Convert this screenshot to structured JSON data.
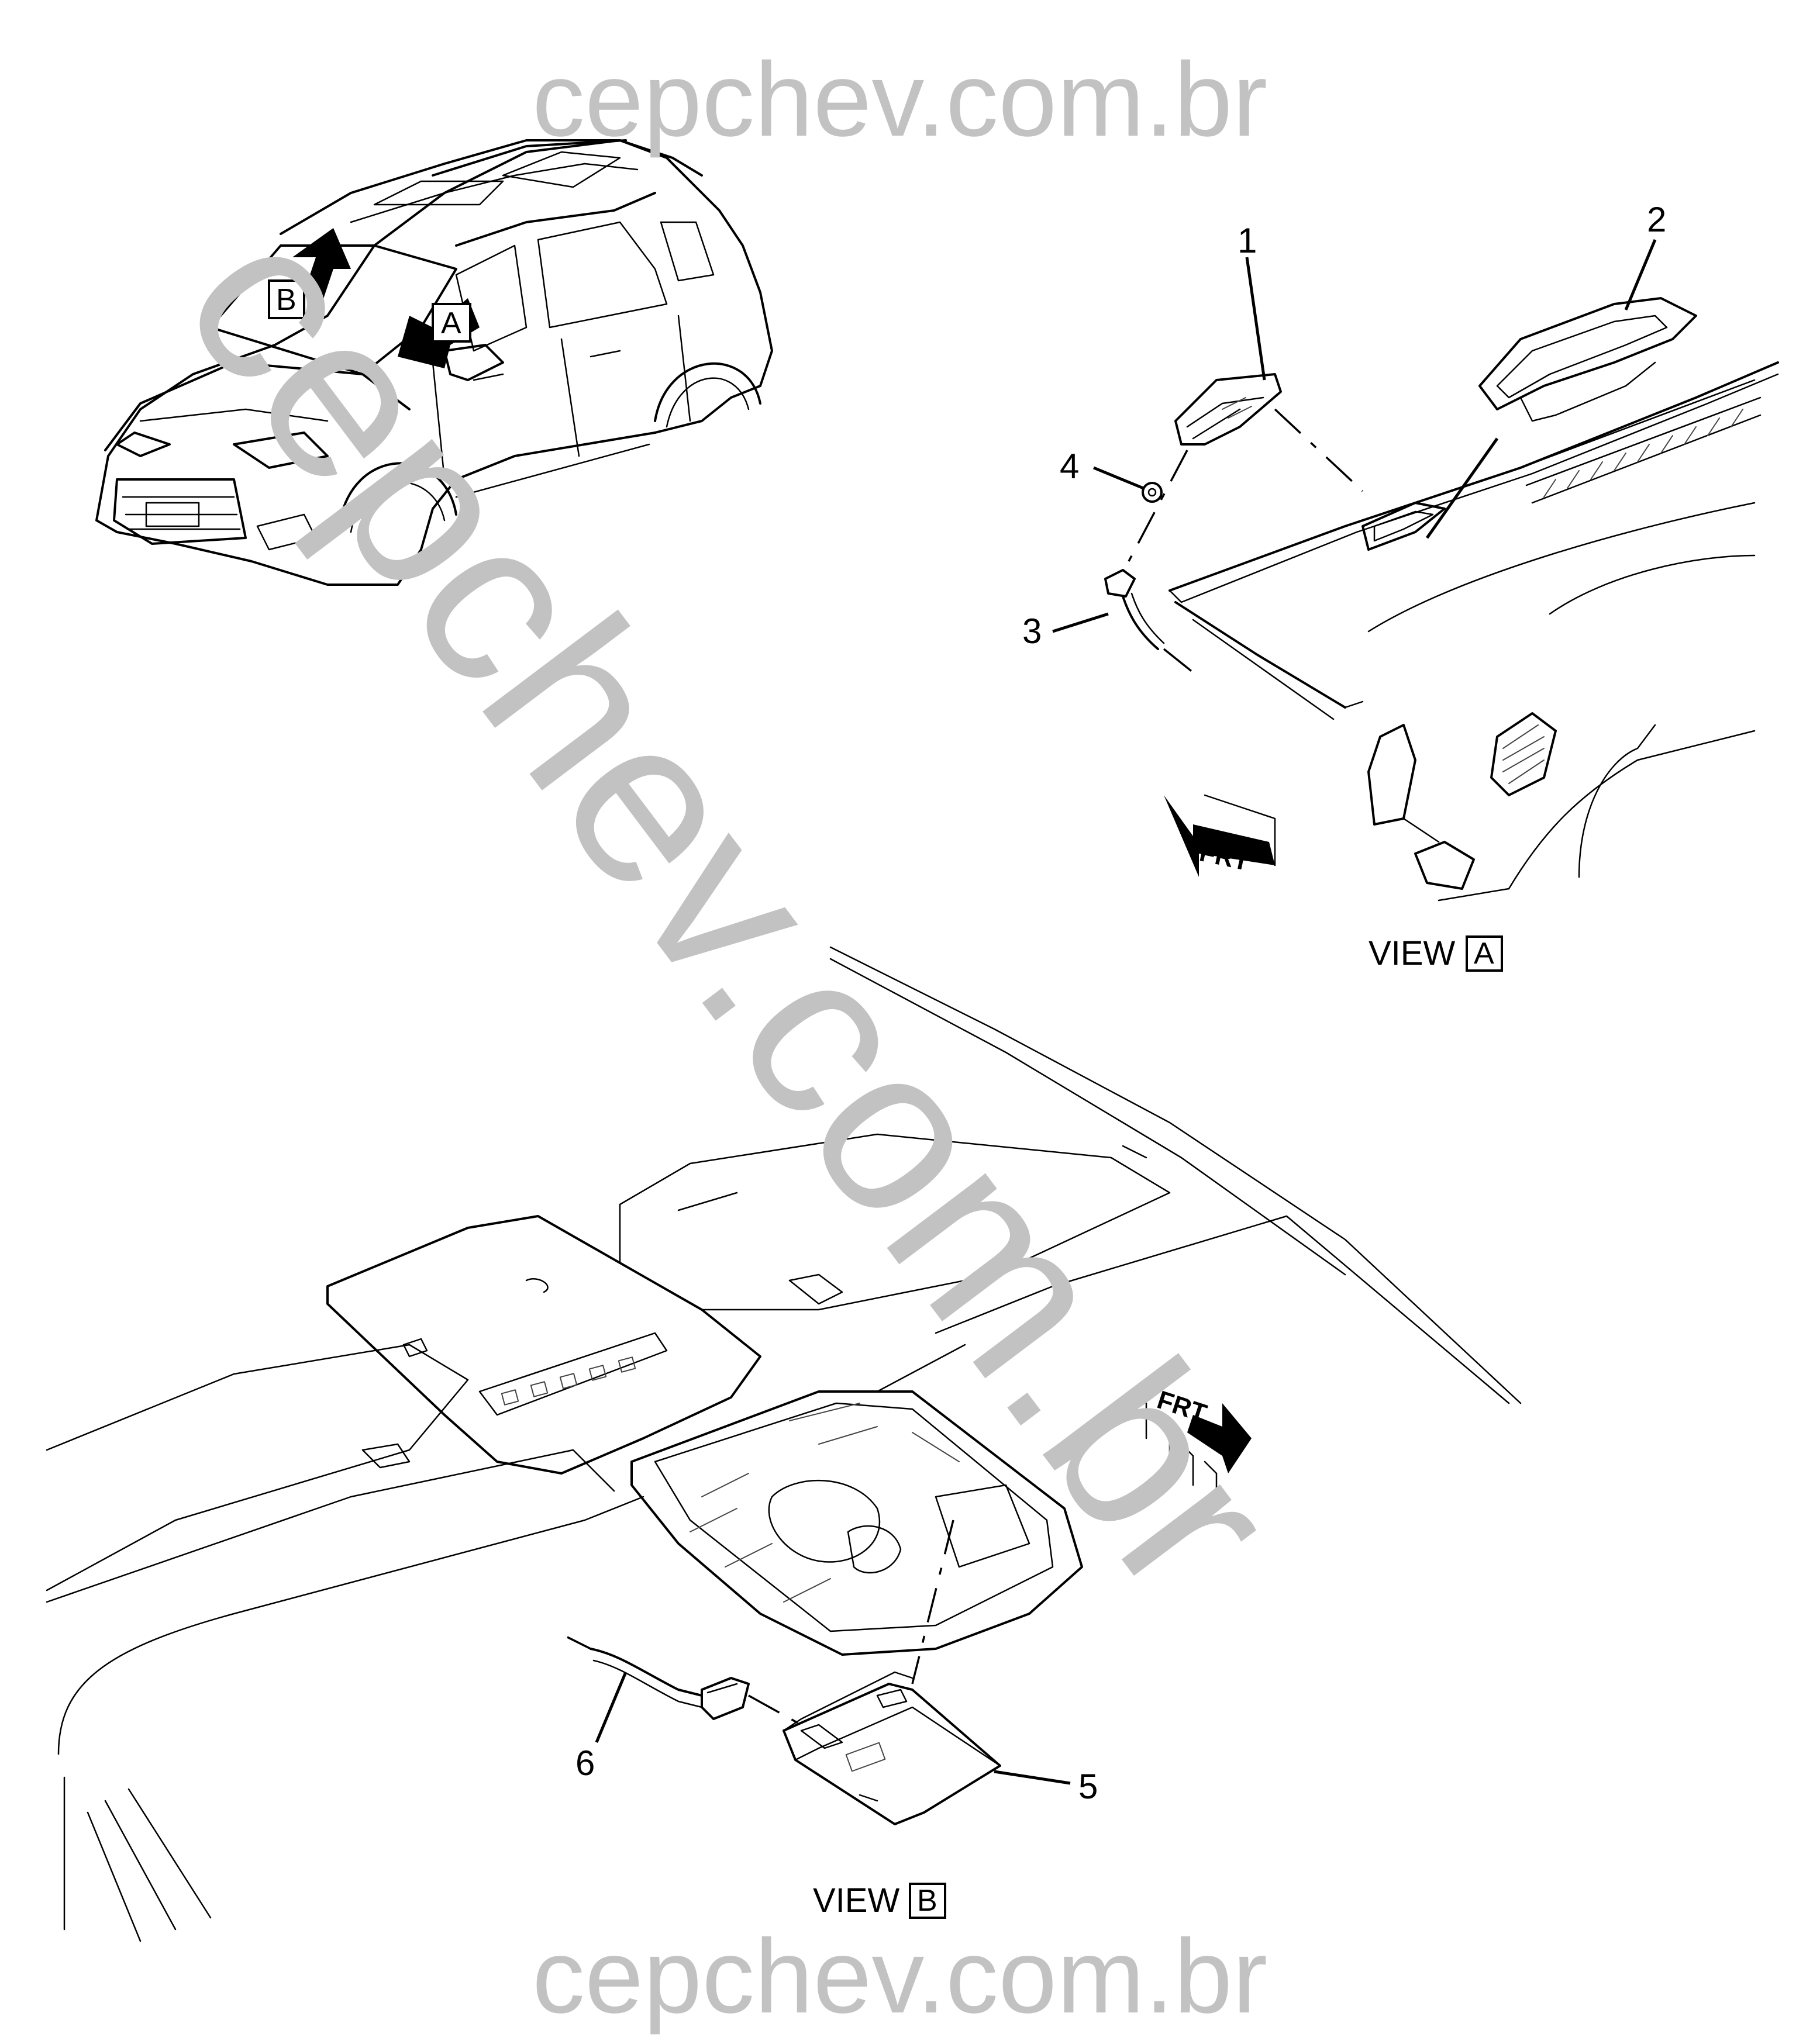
{
  "watermark": {
    "text": "cepchev.com.br",
    "color": "#c2c2c2"
  },
  "view_a": {
    "label": "VIEW",
    "box_letter": "A",
    "direction_label": "FRT"
  },
  "view_b": {
    "label": "VIEW",
    "box_letter": "B",
    "direction_label": "FRT"
  },
  "vehicle_markers": {
    "a": "A",
    "b": "B"
  },
  "callouts": {
    "c1": "1",
    "c2": "2",
    "c3": "3",
    "c4": "4",
    "c5": "5",
    "c6": "6"
  }
}
